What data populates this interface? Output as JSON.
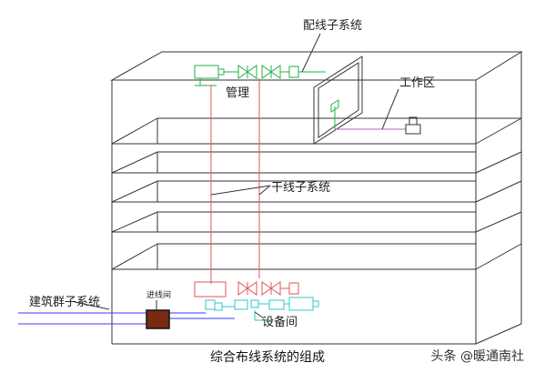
{
  "labels": {
    "horizontal_subsystem": "配线子系统",
    "work_area": "工作区",
    "management": "管理",
    "backbone_subsystem": "干线子系统",
    "building_complex_subsystem": "建筑群子系统",
    "entrance_room": "进线间",
    "equipment_room": "设备间"
  },
  "caption": "综合布线系统的组成",
  "watermark": "头条 @暖通南社",
  "colors": {
    "building": "#333333",
    "management_equipment": "#22b14c",
    "backbone_cable": "#e0555e",
    "equipment_room_red": "#e0555e",
    "equipment_room_cyan": "#33c7c7",
    "work_area_cable": "#c060c0",
    "campus_cable": "#3a3aff",
    "entrance_box": "#7a2a12"
  }
}
